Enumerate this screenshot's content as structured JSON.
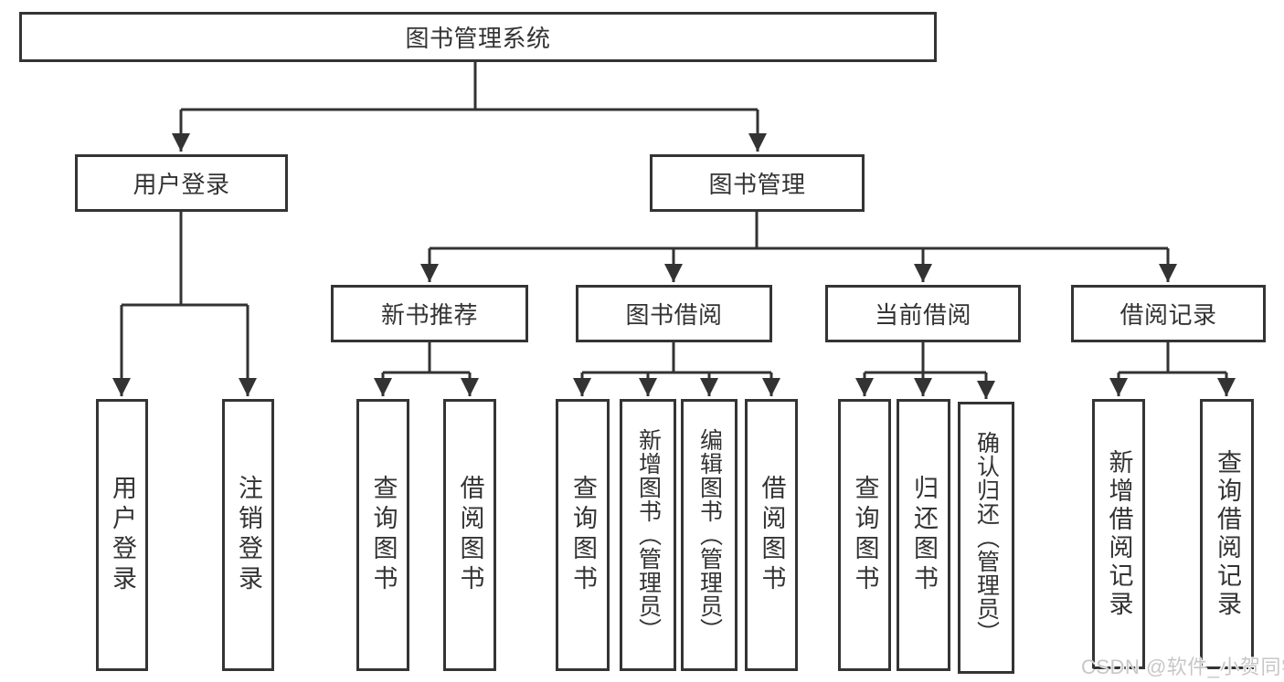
{
  "tree": {
    "root": {
      "label": "图书管理系统"
    },
    "branches": [
      {
        "label": "用户登录",
        "children": [
          {
            "label": "用户登录"
          },
          {
            "label": "注销登录"
          }
        ]
      },
      {
        "label": "图书管理",
        "children": [
          {
            "label": "新书推荐",
            "children": [
              {
                "label": "查询图书"
              },
              {
                "label": "借阅图书"
              }
            ]
          },
          {
            "label": "图书借阅",
            "children": [
              {
                "label": "查询图书"
              },
              {
                "label": "新增图书（管理员）"
              },
              {
                "label": "编辑图书（管理员）"
              },
              {
                "label": "借阅图书"
              }
            ]
          },
          {
            "label": "当前借阅",
            "children": [
              {
                "label": "查询图书"
              },
              {
                "label": "归还图书"
              },
              {
                "label": "确认归还（管理员）"
              }
            ]
          },
          {
            "label": "借阅记录",
            "children": [
              {
                "label": "新增借阅记录"
              },
              {
                "label": "查询借阅记录"
              }
            ]
          }
        ]
      }
    ]
  },
  "watermark": "CSDN @软件_小贺同学",
  "colors": {
    "line": "#333333",
    "box_border": "#343434",
    "text": "#333333",
    "watermark": "#c7c7c7",
    "background": "#ffffff"
  }
}
